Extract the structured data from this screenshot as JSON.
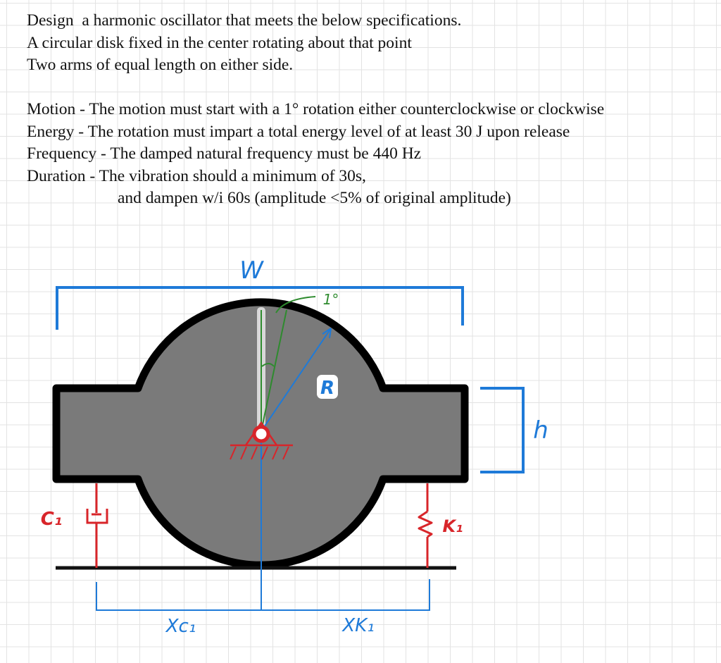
{
  "problem": {
    "intro": [
      "Design  a harmonic oscillator that meets the below specifications.",
      "A circular disk fixed in the center rotating about that point",
      "Two arms of equal length on either side."
    ],
    "specs": [
      "Motion - The motion must start with a 1° rotation either counterclockwise or clockwise",
      "Energy - The rotation must impart a total energy level of at least 30 J upon release",
      "Frequency - The damped natural frequency must be 440 Hz",
      "Duration - The vibration should a minimum of 30s,"
    ],
    "spec_continuation": "and dampen w/i 60s (amplitude <5% of original amplitude)"
  },
  "diagram": {
    "labels": {
      "width": "W",
      "angle": "1°",
      "radius": "R",
      "height": "h",
      "damper": "C₁",
      "spring": "K₁",
      "damper_distance": "Xc₁",
      "spring_distance": "XK₁"
    },
    "colors": {
      "dimension": "#1e7ad8",
      "structure": "#000000",
      "fill": "#7a7a7a",
      "angle": "#2e8b2e",
      "supports": "#d8252a",
      "indicator": "#d8d8d8"
    }
  }
}
